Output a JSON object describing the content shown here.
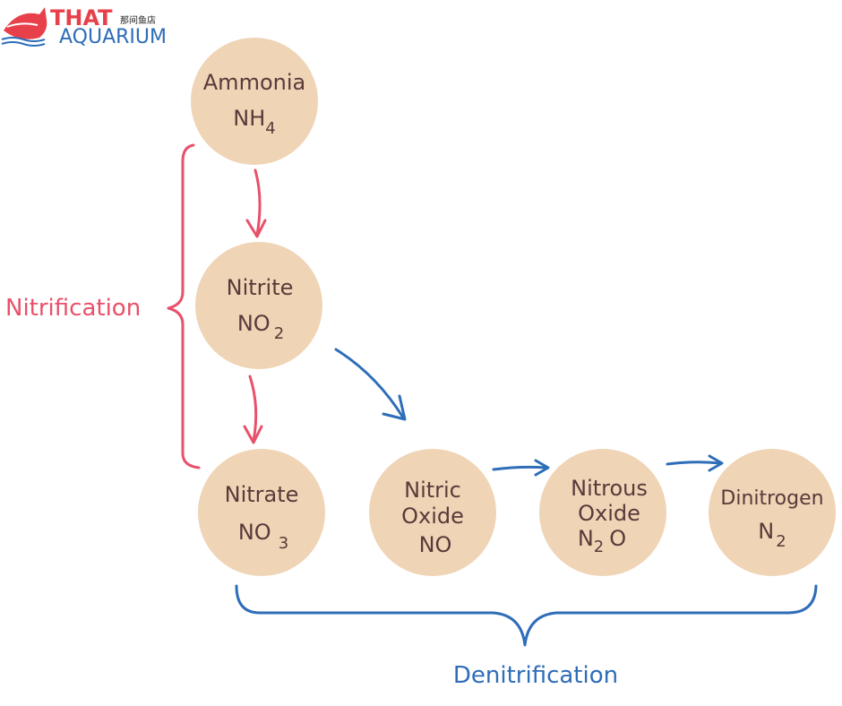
{
  "logo": {
    "line1": "THAT",
    "line2": "AQUARIUM",
    "chinese": "那间鱼店"
  },
  "nodes": {
    "ammonia": {
      "name": "Ammonia",
      "formula": "NH",
      "sub": "4",
      "suffix": ""
    },
    "nitrite": {
      "name": "Nitrite",
      "formula": "NO",
      "sub": "2",
      "suffix": ""
    },
    "nitrate": {
      "name": "Nitrate",
      "formula": "NO",
      "sub": "3",
      "suffix": ""
    },
    "nitric_oxide": {
      "name1": "Nitric",
      "name2": "Oxide",
      "formula": "NO"
    },
    "nitrous_oxide": {
      "name1": "Nitrous",
      "name2": "Oxide",
      "formula": "N",
      "sub": "2",
      "suffix": "O"
    },
    "dinitrogen": {
      "name": "Dinitrogen",
      "formula": "N",
      "sub": "2"
    }
  },
  "labels": {
    "nitrification": "Nitrification",
    "denitrification": "Denitrification"
  },
  "colors": {
    "node_fill": "#efd4b6",
    "node_text": "#5a3a3a",
    "nitrification": "#e8516a",
    "denitrification": "#2e6db8"
  }
}
